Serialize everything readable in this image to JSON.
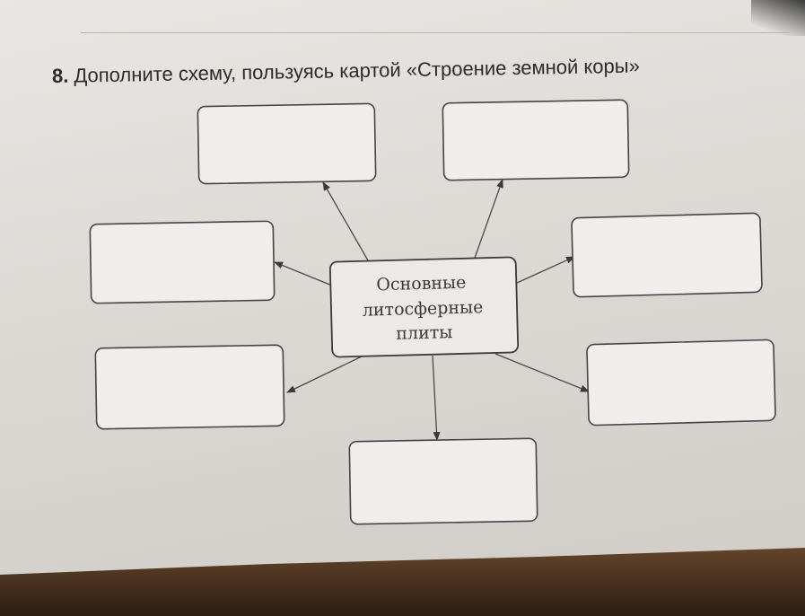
{
  "task": {
    "number": "8.",
    "text": "Дополните схему, пользуясь картой «Строение земной коры»"
  },
  "diagram": {
    "center": {
      "line1": "Основные",
      "line2": "литосферные",
      "line3": "плиты"
    },
    "empty_box_count": 7
  }
}
